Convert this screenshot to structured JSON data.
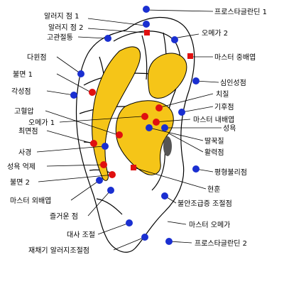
{
  "colors": {
    "zone_fill": "#f5c518",
    "ear_fill": "#ffffff",
    "outline": "#000000",
    "dot_blue": "#1a2fd1",
    "dot_red": "#e01010",
    "dark_spot": "#555555"
  },
  "labels": {
    "alarm1": "알러지 점 1",
    "alarm2": "알러지 점 2",
    "joint": "고관절통",
    "prostaglandin1": "프로스타글란딘 1",
    "omega2": "오메가 2",
    "master_endoderm": "마스터 중배엽",
    "multiple": "다윈점",
    "insomnia1": "불면 1",
    "awake": "각성점",
    "psychosomatic": "심인성점",
    "hiccup": "치질",
    "hypertension": "고혈압",
    "kidney": "기후점",
    "omega1": "오메가 1",
    "master_endo": "마스터 내배엽",
    "hypnotic": "최면점",
    "sexual": "성욕",
    "hiccups": "딸꾹질",
    "vitality": "활력점",
    "sight": "사경",
    "libido_suppress": "성욕 억제",
    "balance": "평형불리점",
    "insomnia2": "불면 2",
    "tinnitus": "현훈",
    "master_ectoderm": "마스터 외배엽",
    "anxiety": "불안조급증 조절점",
    "pleasure": "즐거운 점",
    "metabolism": "대사 조절",
    "master_omega": "마스터 오메가",
    "receptor": "재채기 알러지조절점",
    "prostaglandin2": "프로스타글란딘 2"
  }
}
